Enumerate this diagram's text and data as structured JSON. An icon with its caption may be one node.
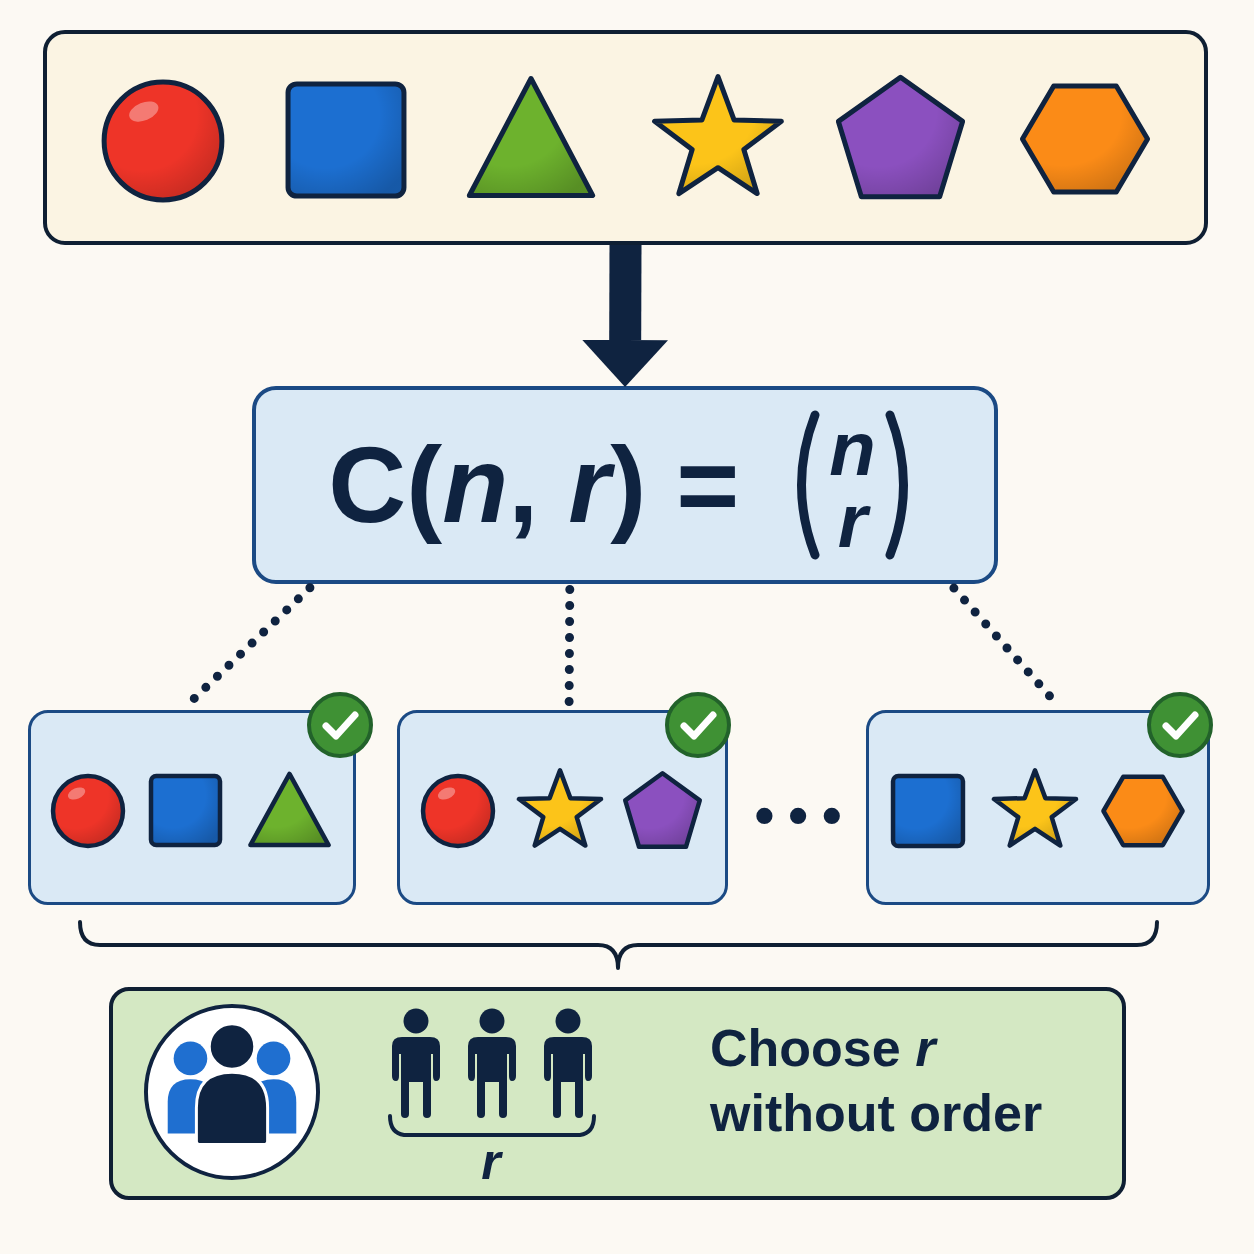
{
  "diagram": {
    "nodes": [
      {
        "text": [],
        "shape": "box"
      },
      {
        "text": [],
        "shape": "circle",
        "in": 0
      },
      {
        "text": [],
        "shape": "square",
        "in": 0
      },
      {
        "text": [],
        "shape": "triangle",
        "in": 0
      },
      {
        "text": [],
        "shape": "star",
        "in": 0
      },
      {
        "text": [],
        "shape": "pentagon",
        "in": 0
      },
      {
        "text": [],
        "shape": "hexagon",
        "in": 0
      },
      {
        "text": [
          "C(*n*, *r*) =",
          "n",
          "r"
        ]
      },
      {
        "text": [],
        "shape": "box"
      },
      {
        "text": [],
        "shape": "circle",
        "in": 8
      },
      {
        "text": [],
        "shape": "square",
        "in": 8
      },
      {
        "text": [],
        "shape": "triangle",
        "in": 8
      },
      {
        "text": [],
        "shape": "box"
      },
      {
        "text": [],
        "shape": "circle",
        "in": 12
      },
      {
        "text": [],
        "shape": "star",
        "in": 12
      },
      {
        "text": [],
        "shape": "pentagon",
        "in": 12
      },
      {
        "text": [],
        "shape": "box"
      },
      {
        "text": [],
        "shape": "square",
        "in": 16
      },
      {
        "text": [],
        "shape": "star",
        "in": 16
      },
      {
        "text": [],
        "shape": "hexagon",
        "in": 16
      },
      {
        "text": [
          "Choose *r* without order"
        ]
      },
      {
        "text": [],
        "shape": "picture",
        "in": 20
      },
      {
        "text": [],
        "shape": "person",
        "in": 20
      },
      {
        "text": [],
        "shape": "person",
        "in": 20
      },
      {
        "text": [],
        "shape": "person",
        "in": 20
      }
    ],
    "edges": [
      {
        "from": 0,
        "to": 7,
        "arrow": "to",
        "style": "thick"
      },
      {
        "from": 7,
        "to": 8,
        "arrow": "none",
        "style": "dashed"
      },
      {
        "from": 7,
        "to": 12,
        "arrow": "none",
        "style": "dashed"
      },
      {
        "from": 7,
        "to": 16,
        "arrow": "none",
        "style": "dashed"
      }
    ],
    "labels": [
      "…",
      "r"
    ]
  }
}
